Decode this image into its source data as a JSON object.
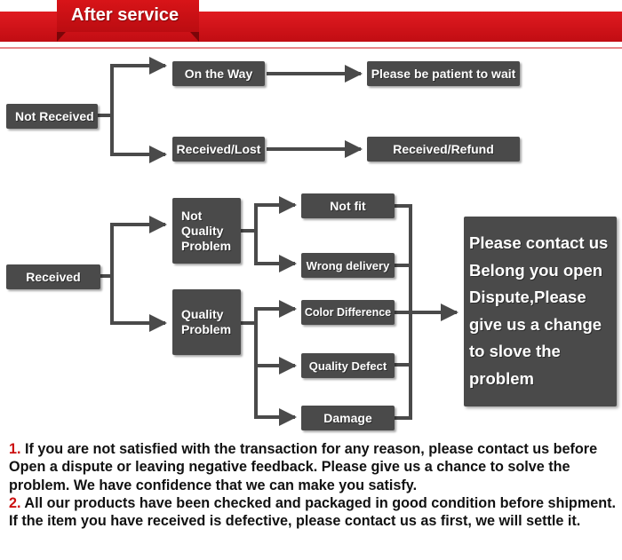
{
  "header": {
    "title": "After service",
    "accent_color": "#d10f16"
  },
  "not_received_flow": {
    "root": "Not Received",
    "branches": [
      {
        "label": "On the Way",
        "result": "Please be patient to wait"
      },
      {
        "label": "Received/Lost",
        "result": "Received/Refund"
      }
    ]
  },
  "received_flow": {
    "root": "Received",
    "categories": [
      {
        "label": "Not\nQuality\nProblem",
        "issues": [
          "Not fit",
          "Wrong delivery"
        ]
      },
      {
        "label": "Quality\nProblem",
        "issues": [
          "Color Difference",
          "Quality Defect",
          "Damage"
        ]
      }
    ],
    "action": "Please contact us\nBelong you open\nDispute,Please\ngive us a change\nto slove the\nproblem"
  },
  "notes": [
    {
      "number": "1.",
      "text": " If you are not satisfied with the transaction for any reason, please contact us before Open a dispute or leaving negative feedback. Please give us a chance to solve the problem. We have confidence that we can make you satisfy."
    },
    {
      "number": "2.",
      "text": " All our products have been checked and packaged in good condition before shipment. If the item you have received is defective, please contact us as first, we will settle it."
    }
  ]
}
